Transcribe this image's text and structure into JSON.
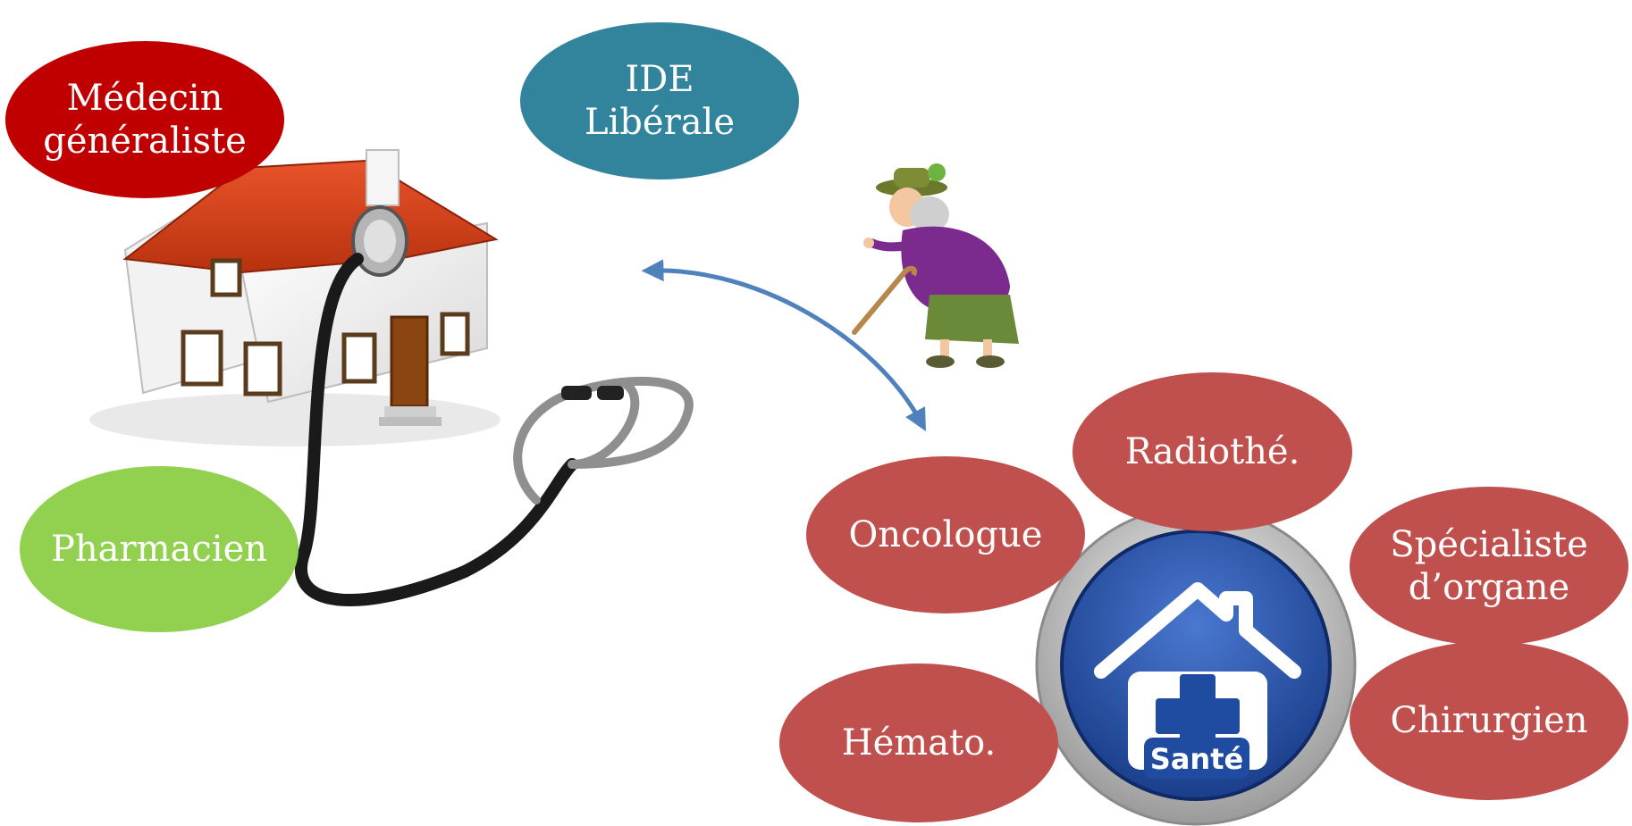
{
  "bubbles": {
    "medecin": [
      "Médecin",
      "généraliste"
    ],
    "ide": [
      "IDE",
      "Libérale"
    ],
    "pharmacien": "Pharmacien",
    "radiothe": "Radiothé.",
    "oncologue": "Oncologue",
    "specialiste": [
      "Spécialiste",
      "d’organe"
    ],
    "hemato": "Hémato.",
    "chirurgien": "Chirurgien"
  },
  "hospital_badge": {
    "label": "Santé"
  },
  "icons": [
    "house-with-stethoscope-icon",
    "elderly-woman-with-cane-icon",
    "health-house-cross-badge-icon",
    "double-headed-arrow-icon"
  ],
  "colors": {
    "medecin": "#c00000",
    "ide": "#31849b",
    "pharmacien": "#92d050",
    "specialists": "#c0504d",
    "arrow": "#4f81bd",
    "badge_blue": "#2a52a8"
  }
}
